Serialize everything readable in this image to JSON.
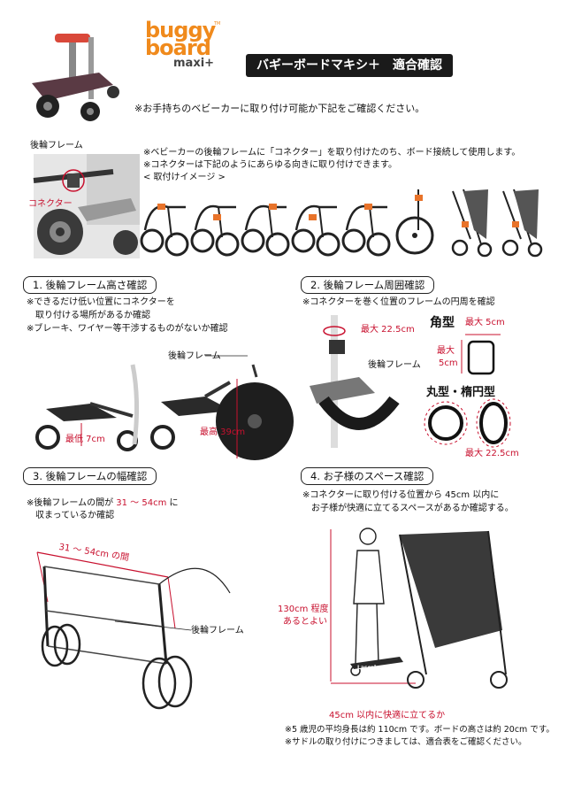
{
  "brand": {
    "line1": "buggy",
    "line2": "board",
    "tm": "TM",
    "model": "maxi+"
  },
  "title": "バギーボードマキシ＋　適合確認",
  "intro": "※お手持ちのベビーカーに取り付け可能か下記をご確認ください。",
  "connector_section": {
    "label_rear_frame": "後輪フレーム",
    "label_connector": "コネクター",
    "note1": "※ベビーカーの後輪フレームに「コネクター」を取り付けたのち、ボード接続して使用します。",
    "note2": "※コネクターは下記のようにあらゆる向きに取り付けできます。",
    "note3": "< 取付けイメージ >"
  },
  "sec1": {
    "header": "1. 後輪フレーム高さ確認",
    "lines": [
      "※できるだけ低い位置にコネクターを",
      "　取り付ける場所があるか確認",
      "※ブレーキ、ワイヤー等干渉するものがないか確認"
    ],
    "label_frame": "後輪フレーム",
    "min": "最低 7cm",
    "max": "最高 39cm"
  },
  "sec2": {
    "header": "2. 後輪フレーム周囲確認",
    "line": "※コネクターを巻く位置のフレームの円周を確認",
    "max_circ": "最大 22.5cm",
    "label_frame": "後輪フレーム",
    "square_title": "角型",
    "square_w": "最大 5cm",
    "square_h1": "最大",
    "square_h2": "5cm",
    "round_title": "丸型・楕円型",
    "round_max": "最大 22.5cm"
  },
  "sec3": {
    "header": "3. 後輪フレームの幅確認",
    "line1_pre": "※後輪フレームの間が ",
    "line1_val": "31 〜 54cm",
    "line1_post": " に",
    "line2": "　収まっているか確認",
    "width_label": "31 〜 54cm の間",
    "label_frame": "後輪フレーム"
  },
  "sec4": {
    "header": "4. お子様のスペース確認",
    "line1": "※コネクターに取り付ける位置から 45cm 以内に",
    "line2": "　お子様が快適に立てるスペースがあるか確認する。",
    "height1": "130cm 程度",
    "height2": "あるとよい",
    "board_logo": "Lascal",
    "space_label": "45cm 以内に快適に立てるか",
    "foot1": "※5 歳児の平均身長は約 110cm です。ボードの高さは約 20cm です。",
    "foot2": "※サドルの取り付けにつきましては、適合表をご確認ください。"
  },
  "colors": {
    "accent": "#c8102e",
    "brand": "#f08a1c",
    "connector": "#e8732a"
  }
}
